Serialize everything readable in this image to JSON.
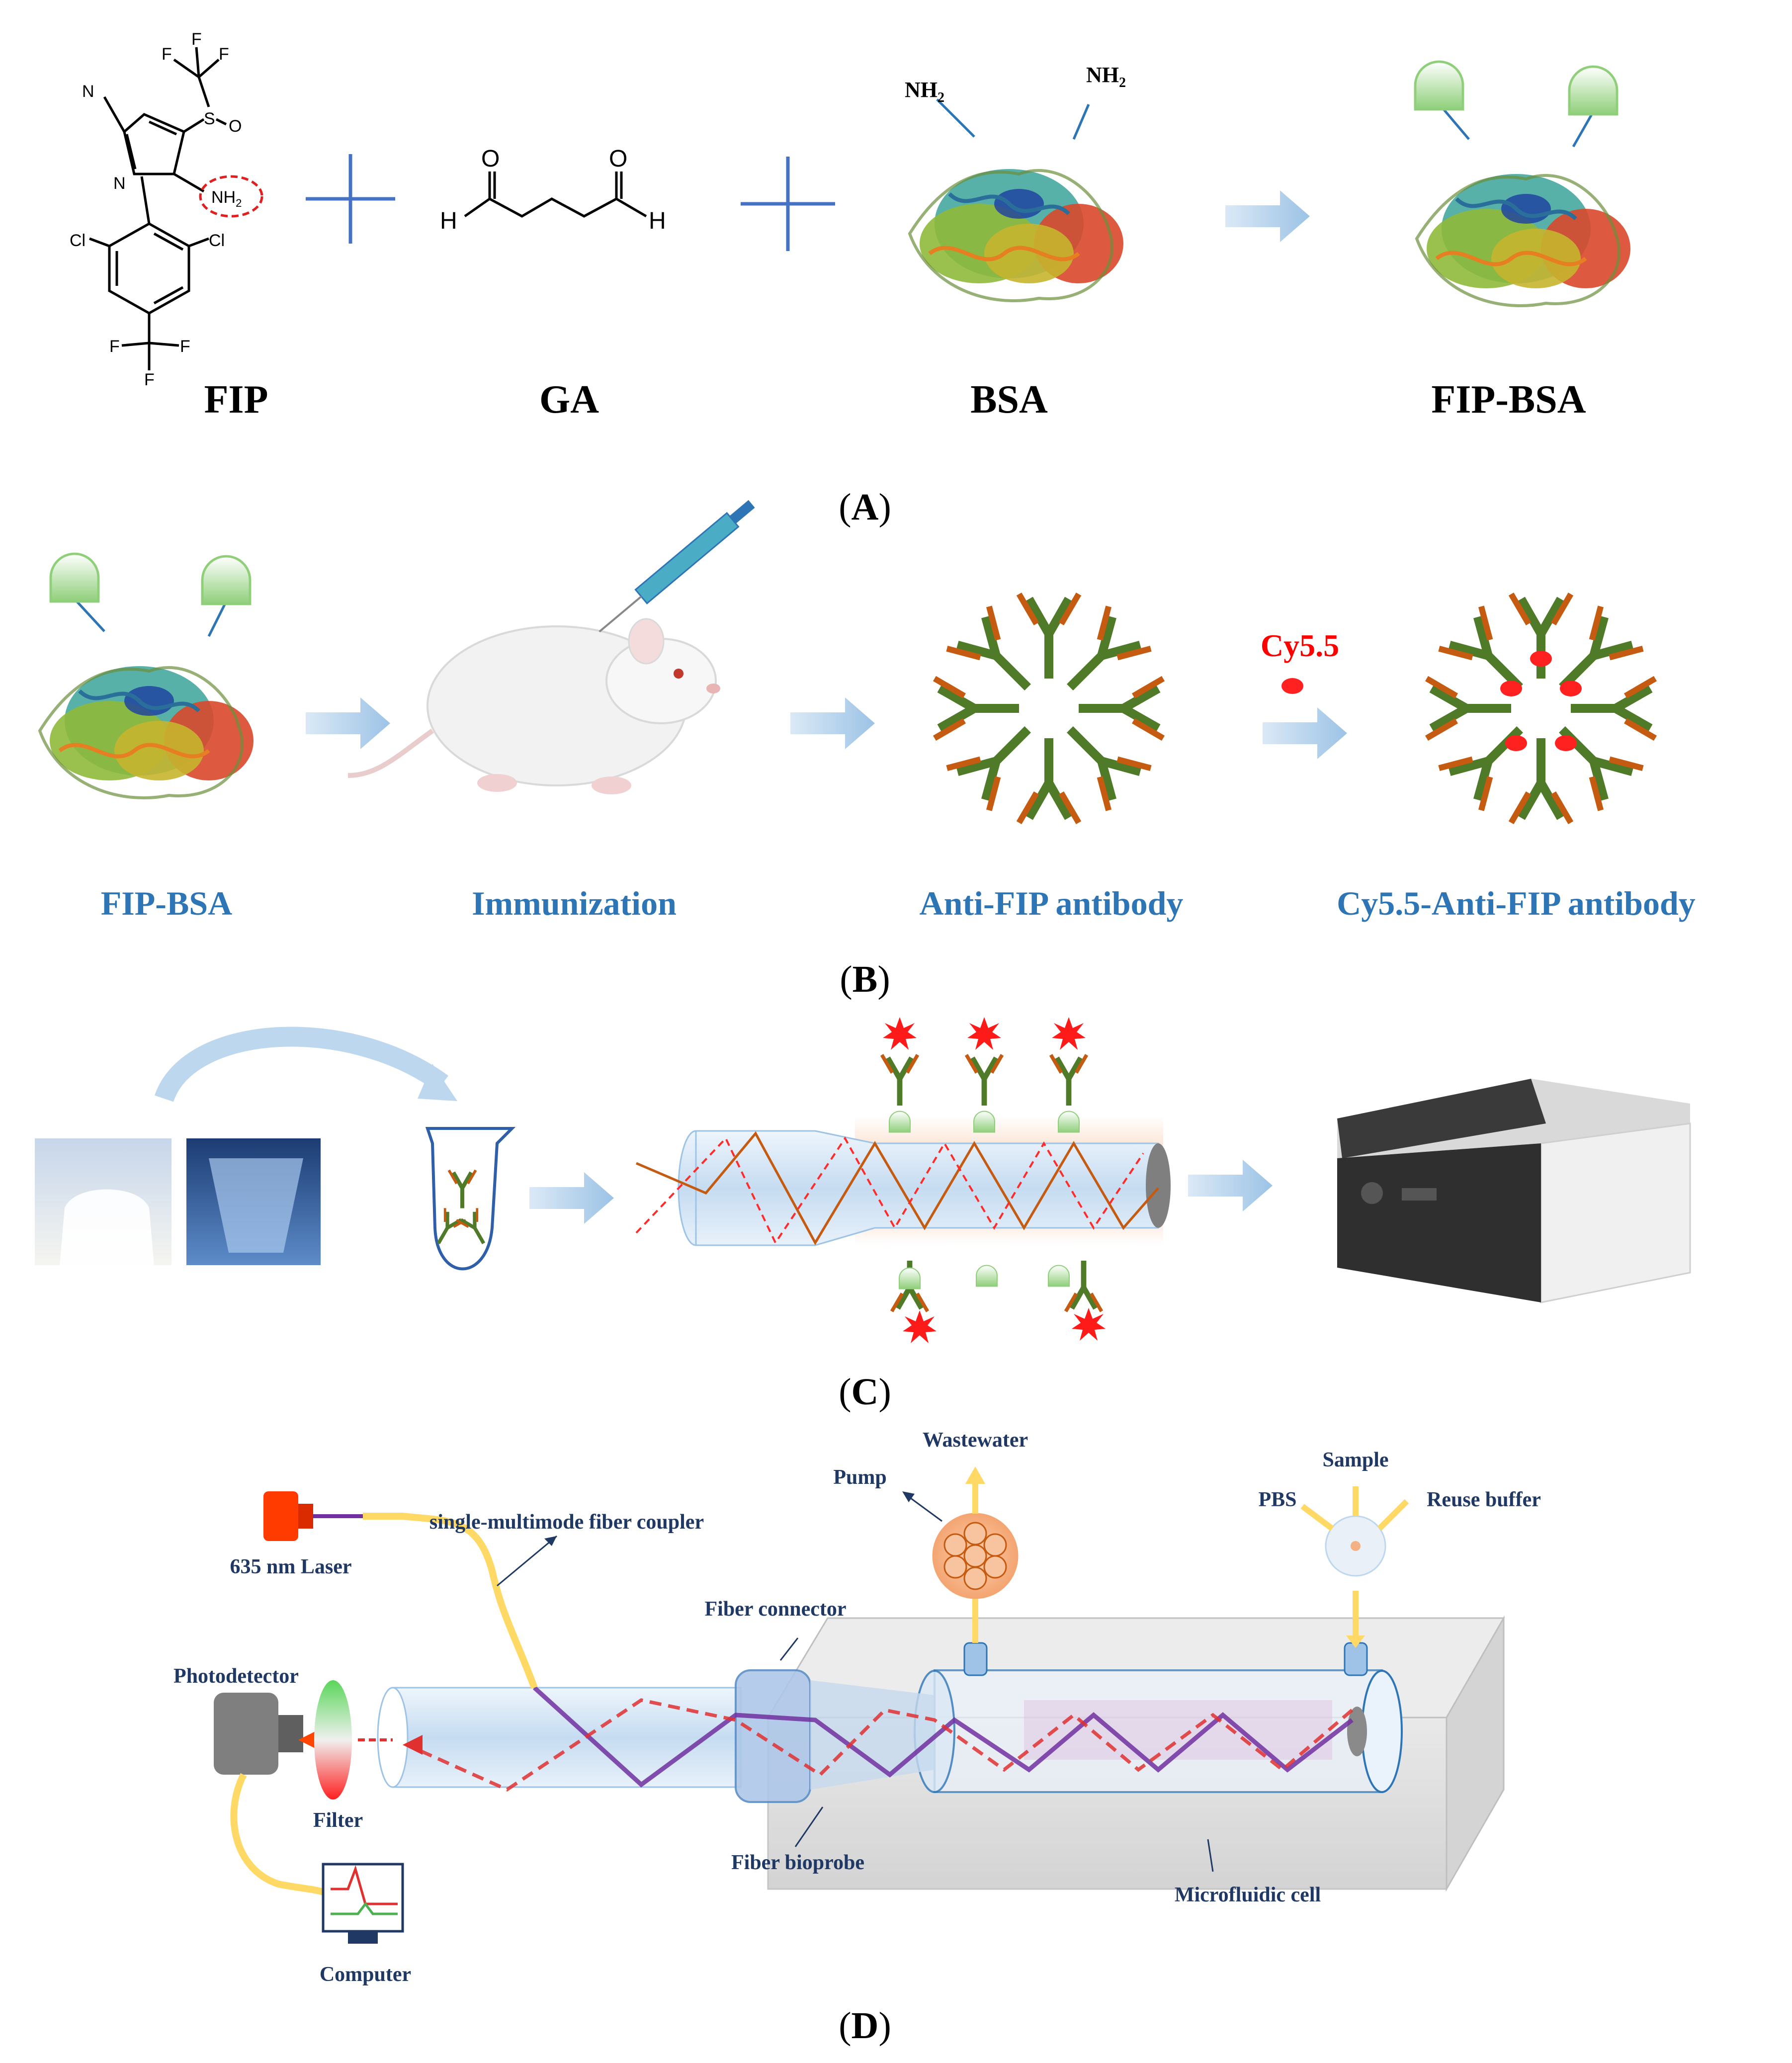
{
  "panelA": {
    "labels": [
      "FIP",
      "GA",
      "BSA",
      "FIP-BSA"
    ],
    "nh2": "NH",
    "nh2_sub": "2",
    "chem_atoms": {
      "N1": "N",
      "N2": "N",
      "S": "S",
      "O": "O",
      "NH2": "NH",
      "NH2_sub": "2",
      "Cl_left": "Cl",
      "Cl_right": "Cl",
      "F1": "F",
      "F2": "F",
      "F3": "F",
      "F4": "F",
      "F5": "F",
      "F6": "F",
      "O1": "O",
      "O2": "O",
      "H1": "H",
      "H2": "H"
    },
    "caption_open": "(",
    "caption_letter": "A",
    "caption_close": ")"
  },
  "panelB": {
    "labels": [
      "FIP-BSA",
      "Immunization",
      "Anti-FIP antibody",
      "Cy5.5-Anti-FIP antibody"
    ],
    "cy55": "Cy5.5",
    "caption_open": "(",
    "caption_letter": "B",
    "caption_close": ")"
  },
  "panelC": {
    "caption_open": "(",
    "caption_letter": "C",
    "caption_close": ")"
  },
  "panelD": {
    "labels": {
      "wastewater": "Wastewater",
      "pump": "Pump",
      "sample": "Sample",
      "pbs": "PBS",
      "reuse": "Reuse buffer",
      "coupler": "single-multimode fiber coupler",
      "laser": "635 nm Laser",
      "connector": "Fiber connector",
      "photodetector": "Photodetector",
      "filter": "Filter",
      "bioprobe": "Fiber bioprobe",
      "microfluidic": "Microfluidic cell",
      "computer": "Computer"
    },
    "caption_open": "(",
    "caption_letter": "D",
    "caption_close": ")"
  },
  "colors": {
    "blue_label": "#2e75b6",
    "navy_text": "#1f3864",
    "arrow_fill": "#bdd7ee",
    "laser_red": "#ff2a00",
    "fiber_yellow": "#ffd966",
    "purple_ray": "#7030a0",
    "orange_ray": "#c55a11",
    "cy55_red": "#ff0000"
  }
}
